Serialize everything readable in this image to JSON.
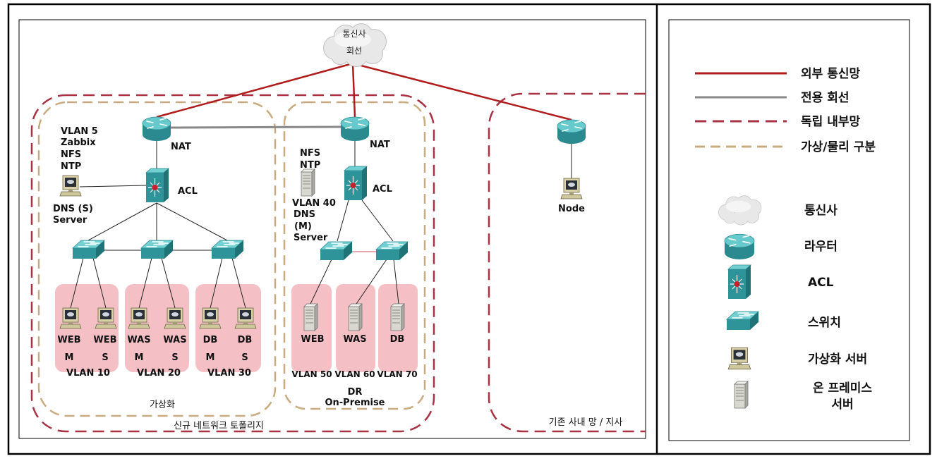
{
  "cloud": {
    "line1": "통신사",
    "line2": "회선"
  },
  "left": {
    "nat_label": "NAT",
    "acl_label": "ACL",
    "server_info": [
      "VLAN 5",
      "Zabbix",
      "NFS",
      "NTP"
    ],
    "dns_server": [
      "DNS (S)",
      "Server"
    ],
    "groups": [
      {
        "hosts": [
          "WEB",
          "WEB"
        ],
        "roles": [
          "M",
          "S"
        ],
        "vlan": "VLAN 10"
      },
      {
        "hosts": [
          "WAS",
          "WAS"
        ],
        "roles": [
          "M",
          "S"
        ],
        "vlan": "VLAN 20"
      },
      {
        "hosts": [
          "DB",
          "DB"
        ],
        "roles": [
          "M",
          "S"
        ],
        "vlan": "VLAN 30"
      }
    ],
    "zone_label": "가상화"
  },
  "middle": {
    "nat_label": "NAT",
    "acl_label": "ACL",
    "server_top": [
      "NFS",
      "NTP"
    ],
    "server_bottom": [
      "VLAN 40",
      "DNS",
      "(M)",
      "Server"
    ],
    "groups": [
      {
        "host": "WEB",
        "vlan": "VLAN 50"
      },
      {
        "host": "WAS",
        "vlan": "VLAN 60"
      },
      {
        "host": "DB",
        "vlan": "VLAN 70"
      }
    ],
    "zone_label": [
      "DR",
      "On-Premise"
    ]
  },
  "new_topology_label": "신규 네트워크 토폴리지",
  "existing": {
    "node_label": "Node",
    "zone_label": "기존 사내 망 / 지사"
  },
  "legend": {
    "lines": [
      {
        "label": "외부 통신망"
      },
      {
        "label": "전용 회선"
      },
      {
        "label": "독립 내부망"
      },
      {
        "label": "가상/물리 구분"
      }
    ],
    "icons": [
      {
        "label": "통신사",
        "icon": "cloud-icon"
      },
      {
        "label": "라우터",
        "icon": "router-icon"
      },
      {
        "label": "ACL",
        "icon": "acl-icon"
      },
      {
        "label": "스위치",
        "icon": "switch-icon"
      },
      {
        "label": "가상화 서버",
        "icon": "pc-icon"
      },
      {
        "label": "온 프레미스",
        "label2": "서버",
        "icon": "server-icon"
      }
    ]
  },
  "colors": {
    "external_line": "#b01c1c",
    "dedicated_line": "#888888",
    "internal_zone": "#a83244",
    "physical_zone": "#c9ab7f",
    "vlan_background": "#f4c0c6",
    "device_teal": "#2f9499"
  }
}
